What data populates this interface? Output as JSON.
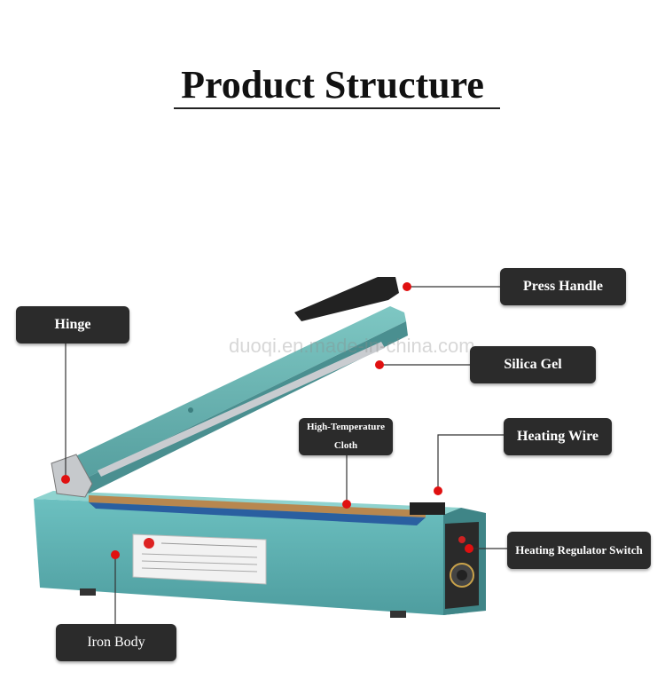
{
  "title": "Product Structure",
  "watermark": "duoqi.en.made-in-china.com",
  "labels": {
    "press_handle": "Press Handle",
    "hinge": "Hinge",
    "silica_gel": "Silica Gel",
    "high_temp_cloth_line1": "High-Temperature",
    "high_temp_cloth_line2": "Cloth",
    "heating_wire": "Heating Wire",
    "heating_regulator_switch": "Heating Regulator Switch",
    "iron_body": "Iron Body"
  },
  "colors": {
    "label_bg": "#2b2b2b",
    "marker": "#e01010",
    "body": "#5fb3b3"
  }
}
